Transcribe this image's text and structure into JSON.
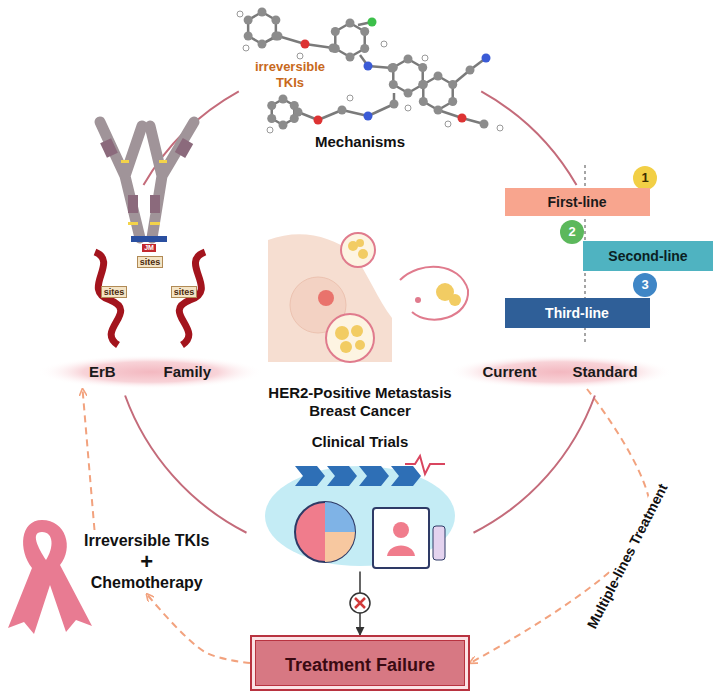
{
  "diagram": {
    "nodes": [
      {
        "text": [
          "1"
        ]
      },
      {
        "text": [
          "First-line"
        ]
      },
      {
        "text": [
          "2"
        ]
      },
      {
        "text": [
          "Second-line"
        ]
      },
      {
        "text": [
          "3"
        ]
      },
      {
        "text": [
          "Third-line"
        ]
      },
      {
        "text": [
          "ErB",
          "Family"
        ]
      },
      {
        "text": [
          "Current",
          "Standard"
        ]
      },
      {
        "text": [
          "Clinical Trials"
        ]
      },
      {
        "text": [
          "Irreversible TKIs",
          "+",
          "Chemotherapy"
        ]
      },
      {
        "text": [
          "Treatment Failure"
        ]
      }
    ],
    "edges": [
      {
        "from": 7,
        "to": 10,
        "label": "Multiple-lines Treatment",
        "arrow": "to"
      },
      {
        "from": 10,
        "to": 9,
        "arrow": "to"
      },
      {
        "from": 9,
        "to": 6,
        "arrow": "to"
      },
      {
        "from": 8,
        "to": 10,
        "arrow": "to"
      }
    ],
    "labels": [
      "irreversible TKIs",
      "Mechanisms",
      "sites",
      "sites",
      "sites",
      "JM",
      "HER2-Positive Metastasis Breast Cancer"
    ]
  }
}
